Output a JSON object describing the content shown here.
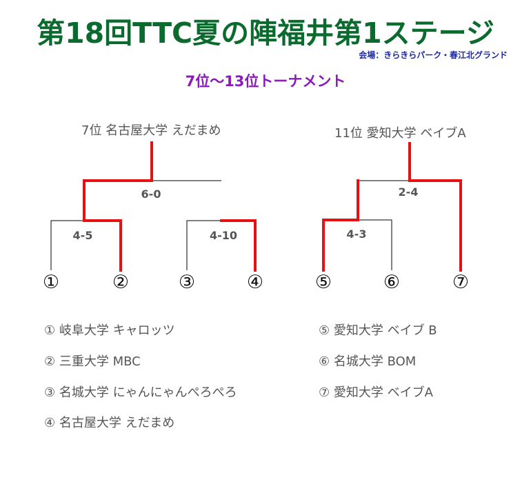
{
  "header": {
    "title": "第18回TTC夏の陣福井第1ステージ",
    "venue": "会場：きらきらパーク・春江北グランド",
    "subtitle": "7位〜13位トーナメント"
  },
  "bracket": {
    "left": {
      "winner_label": "7位 名古屋大学 えだまめ",
      "final_score": "6-0",
      "semi_scores": [
        "4-5",
        "4-10"
      ]
    },
    "right": {
      "winner_label": "11位 愛知大学 ベイブA",
      "final_score": "2-4",
      "semi_score": "4-3"
    },
    "seeds": [
      "①",
      "②",
      "③",
      "④",
      "⑤",
      "⑥",
      "⑦"
    ],
    "line_color": "#000000",
    "winner_path_color": "#e81010"
  },
  "teams": {
    "left": [
      "① 岐阜大学 キャロッツ",
      "② 三重大学 MBC",
      "③ 名城大学 にゃんにゃんぺろぺろ",
      "④ 名古屋大学 えだまめ"
    ],
    "right": [
      "⑤ 愛知大学 ベイブ B",
      "⑥ 名城大学 BOM",
      "⑦ 愛知大学 ベイブA"
    ]
  }
}
